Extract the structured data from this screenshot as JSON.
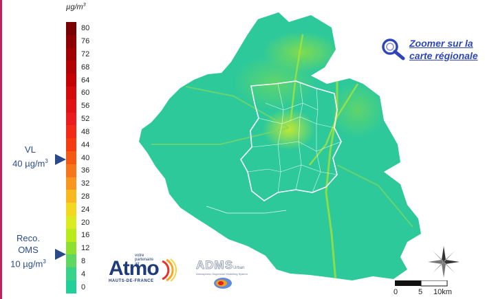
{
  "legend": {
    "unit_label": "µg/m",
    "unit_sup": "3",
    "ticks": [
      "80",
      "76",
      "72",
      "68",
      "64",
      "60",
      "56",
      "52",
      "48",
      "44",
      "40",
      "36",
      "32",
      "28",
      "24",
      "20",
      "16",
      "12",
      "8",
      "4",
      "0"
    ],
    "colors": [
      "#7a0000",
      "#8e0000",
      "#a00000",
      "#b30000",
      "#c40000",
      "#d40a0a",
      "#e31212",
      "#ed1c1c",
      "#f22a16",
      "#f43c10",
      "#f55a12",
      "#f7761a",
      "#f8961e",
      "#f9b91e",
      "#f4d820",
      "#dcea20",
      "#b8ea1c",
      "#8ee030",
      "#5fd862",
      "#38d38a",
      "#21cf9b"
    ]
  },
  "references": {
    "vl": {
      "line1": "VL",
      "line2": "40 µg/m",
      "sup": "3"
    },
    "oms": {
      "line1": "Reco.",
      "line2": "OMS",
      "line3": "10 µg/m",
      "sup": "3"
    }
  },
  "zoom_link": {
    "line1": "Zoomer sur la",
    "line2": "carte régionale"
  },
  "logos": {
    "atmo_word": "Atmo",
    "atmo_top": "votre partenaire air",
    "atmo_sub": "HAUTS-DE-FRANCE",
    "adms_word": "ADMS",
    "adms_suffix": "Urban",
    "adms_small": "Atmospheric Dispersion Modelling System"
  },
  "scale": {
    "labels": [
      "0",
      "5",
      "10km"
    ]
  },
  "colors": {
    "map_fill": "#2ec99a",
    "map_high": "#b9e63a",
    "boundary": "#ffffff",
    "accent": "#2a4a8c",
    "link": "#2e46b8"
  }
}
